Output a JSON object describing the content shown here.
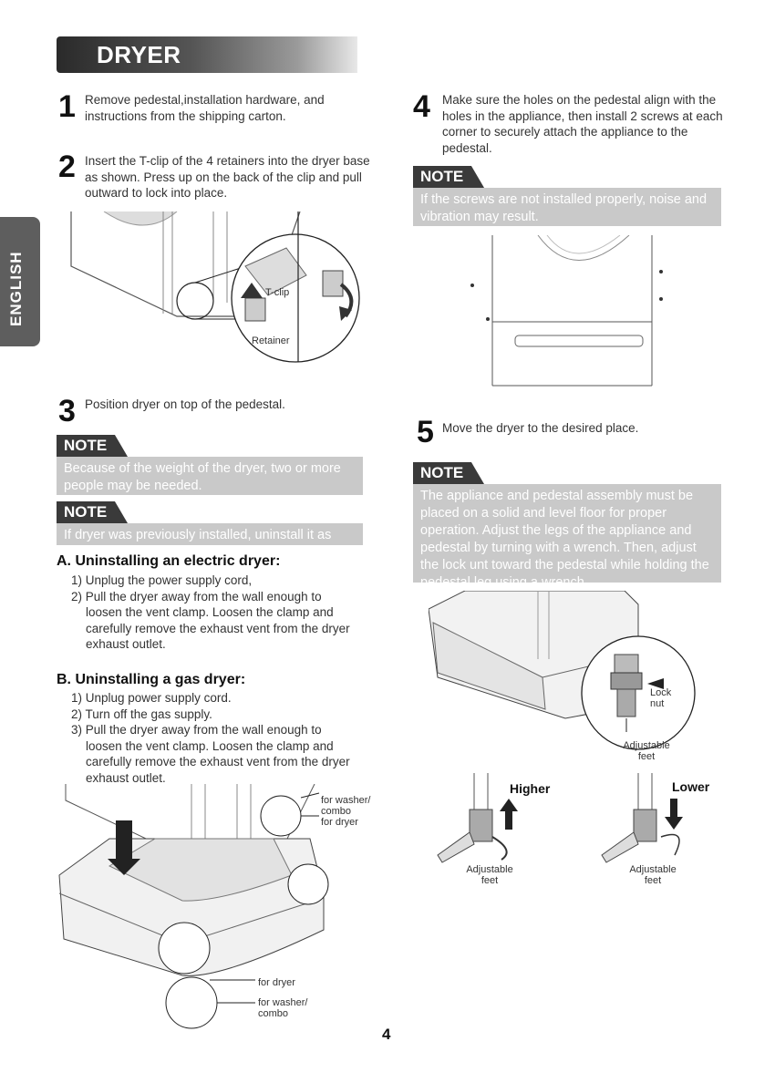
{
  "header": {
    "title": "DRYER INSTALLATION"
  },
  "side_tab": {
    "label": "ENGLISH"
  },
  "steps": [
    {
      "num": "1",
      "text": "Remove pedestal,installation hardware, and instructions from the shipping carton."
    },
    {
      "num": "2",
      "text": "Insert the T-clip of the 4 retainers into the dryer base as shown. Press up on the back of the clip and pull outward to lock into place."
    },
    {
      "num": "3",
      "text": "Position dryer on top of the pedestal."
    },
    {
      "num": "4",
      "text": "Make sure the holes on the pedestal align with the holes in the appliance, then install 2 screws at each corner to securely attach the appliance to the pedestal."
    },
    {
      "num": "5",
      "text": "Move the dryer to the desired place."
    }
  ],
  "note_label": "NOTE",
  "notes": {
    "step3_a": "Because of the weight of the dryer, two or more people may be needed.",
    "step3_b": "If dryer was previously installed, uninstall it as follows:",
    "step4": "If the screws are not installed properly, noise and vibration may result.",
    "step5": "The appliance and pedestal assembly must be placed on a solid and level floor for proper operation. Adjust the legs of the appliance and pedestal by turning with a wrench. Then, adjust the lock unt toward the pedestal while holding the pedestal leg using a wrench."
  },
  "section_a": {
    "heading": "A. Uninstalling an electric dryer:",
    "items": [
      "1) Unplug the power supply cord,",
      "2) Pull the dryer away from the wall enough to loosen the vent clamp. Loosen the clamp and carefully remove the exhaust vent from the dryer exhaust outlet."
    ]
  },
  "section_b": {
    "heading": "B. Uninstalling a gas dryer:",
    "items": [
      "1) Unplug power supply cord.",
      "2) Turn off the gas supply.",
      "3) Pull the dryer away from the wall enough to loosen the vent clamp. Loosen the clamp and carefully remove the exhaust vent from the dryer exhaust outlet."
    ]
  },
  "figure_labels": {
    "t_clip": "T-clip",
    "retainer": "Retainer",
    "for_washer_combo": "for washer/ combo",
    "for_dryer": "for dryer",
    "lock_nut": "Lock nut",
    "adjustable_feet": "Adjustable feet",
    "higher": "Higher",
    "lower": "Lower"
  },
  "page_number": "4"
}
